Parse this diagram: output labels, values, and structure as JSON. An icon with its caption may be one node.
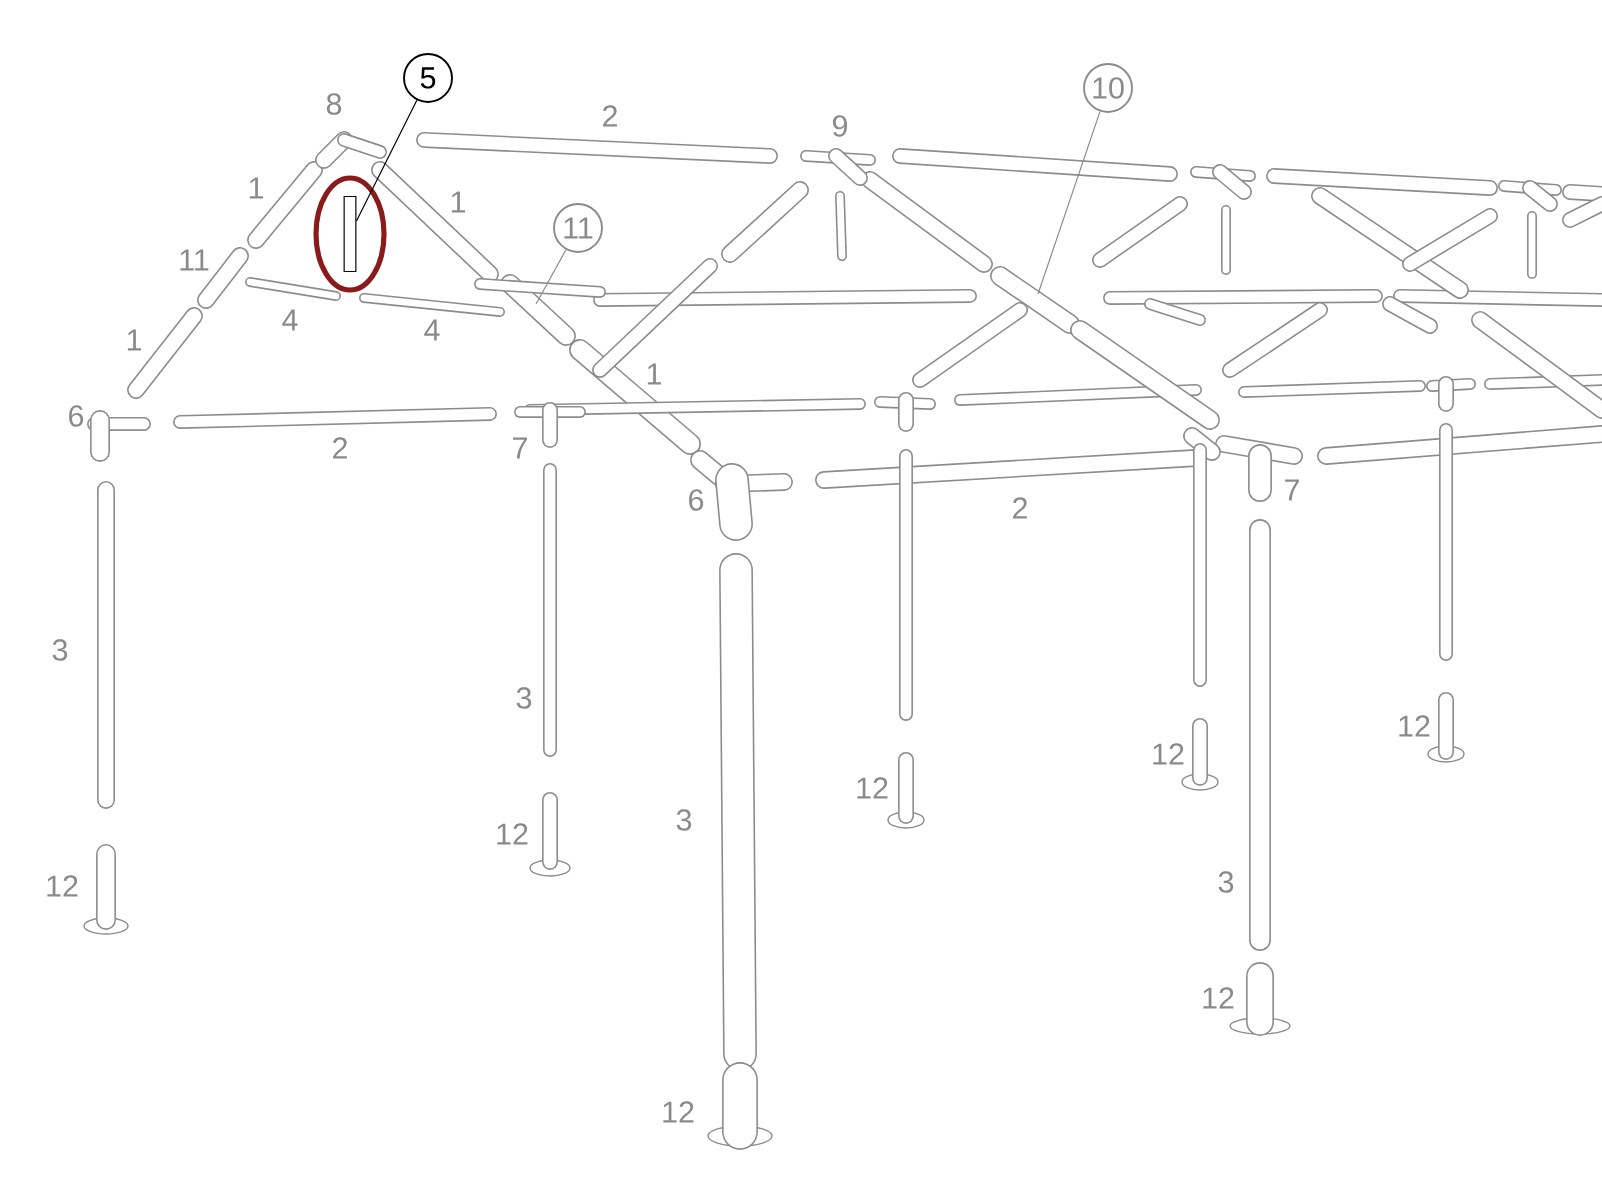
{
  "diagram": {
    "nodes": [
      {
        "text": [
          "5"
        ]
      },
      {
        "text": [],
        "shape": "bar"
      },
      {
        "text": [
          "10"
        ]
      },
      {
        "text": [
          "11"
        ]
      }
    ],
    "edges": [
      {
        "from": 0,
        "to": 1,
        "arrow": "none",
        "color": "#000000"
      },
      {
        "from": 2,
        "to": null,
        "arrow": "none"
      },
      {
        "from": 3,
        "to": null,
        "arrow": "none"
      }
    ],
    "labels": [
      "8",
      "2",
      "9",
      "1",
      "1",
      "11",
      "4",
      "4",
      "1",
      "1",
      "6",
      "2",
      "7",
      "6",
      "2",
      "7",
      "3",
      "3",
      "12",
      "12",
      "12",
      "3",
      "12",
      "12",
      "3",
      "12",
      "12"
    ]
  }
}
